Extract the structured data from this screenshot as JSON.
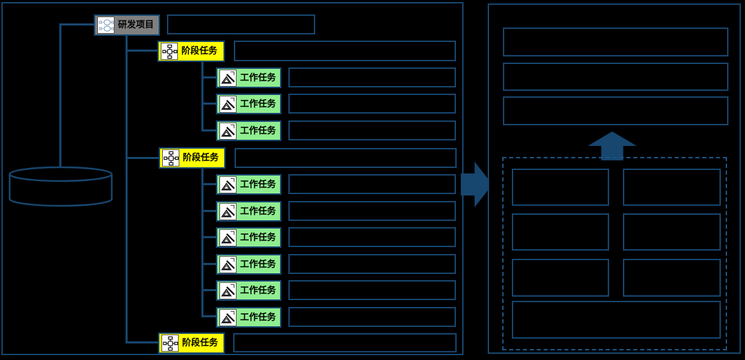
{
  "labels": {
    "project": "研发项目",
    "stage": "阶段任务",
    "work": "工作任务"
  },
  "colors": {
    "line": "#17466F",
    "dashed_border": "#1c5584",
    "project_fill": "#808080",
    "stage_fill": "#FFFF00",
    "work_fill": "#90EE90",
    "background": "#000000",
    "icon_background": "#FFFFFF",
    "text": "#000000"
  },
  "left_panel": {
    "database_cylinder": {
      "present": true
    },
    "root_node": {
      "label": "研发项目",
      "icon": "org-chart-icon",
      "has_detail_box": true
    },
    "stage_groups": [
      {
        "label": "阶段任务",
        "icon": "flowchart-icon",
        "has_detail_box": true,
        "work_task_count": 3
      },
      {
        "label": "阶段任务",
        "icon": "flowchart-icon",
        "has_detail_box": true,
        "work_task_count": 6
      },
      {
        "label": "阶段任务",
        "icon": "flowchart-icon",
        "has_detail_box": true,
        "work_task_count": 0
      }
    ],
    "work_node": {
      "label": "工作任务",
      "icon": "image-icon",
      "has_detail_box": true
    }
  },
  "right_panel": {
    "top_empty_boxes": 3,
    "dashed_group": {
      "grid_rows": 3,
      "grid_columns": 2,
      "full_width_bottom_box": true
    }
  },
  "arrows": {
    "between_panels": "right",
    "inside_right_panel": "up"
  }
}
